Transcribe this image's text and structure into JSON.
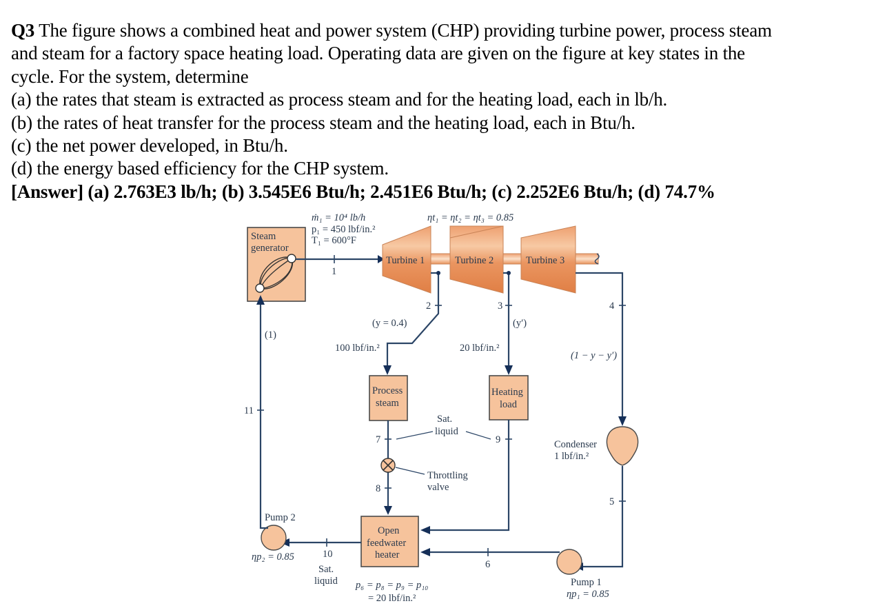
{
  "question": {
    "number": "Q3",
    "intro_line1": " The figure shows a combined heat and power system (CHP) providing turbine power, process steam",
    "intro_line2": "and steam for a factory space heating load. Operating data are given on the figure at key states in the",
    "intro_line3": "cycle. For the system, determine",
    "parts": [
      "(a) the rates that steam is extracted as process steam and for the heating load, each in lb/h.",
      "(b) the rates of heat transfer for the process steam and the heating load, each in Btu/h.",
      "(c) the net power developed, in Btu/h.",
      "(d) the energy based efficiency for the CHP system."
    ],
    "answer": "[Answer] (a) 2.763E3 lb/h; (b) 3.545E6 Btu/h; 2.451E6 Btu/h; (c) 2.252E6 Btu/h; (d) 74.7%"
  },
  "figure": {
    "components": {
      "steam_generator_line1": "Steam",
      "steam_generator_line2": "generator",
      "turbine1": "Turbine 1",
      "turbine2": "Turbine 2",
      "turbine3": "Turbine 3",
      "process_steam_line1": "Process",
      "process_steam_line2": "steam",
      "heating_load_line1": "Heating",
      "heating_load_line2": "load",
      "condenser": "Condenser",
      "condenser_pressure": "1 lbf/in.²",
      "open_fwh_line1": "Open",
      "open_fwh_line2": "feedwater",
      "open_fwh_line3": "heater",
      "pump1": "Pump 1",
      "pump2": "Pump 2",
      "throttling_line1": "Throttling",
      "throttling_line2": "valve"
    },
    "inlet_conditions": {
      "mass_flow": "ṁ₁ = 10⁴ lb/h",
      "pressure": "p₁ = 450 lbf/in.²",
      "temperature": "T₁ = 600°F"
    },
    "turbine_efficiency": "ηt₁ = ηt₂ = ηt₃ = 0.85",
    "pump1_efficiency": "ηp₁ = 0.85",
    "pump2_efficiency": "ηp₂ = 0.85",
    "state_labels": [
      "1",
      "2",
      "3",
      "4",
      "5",
      "6",
      "7",
      "8",
      "9",
      "10",
      "11"
    ],
    "fraction_y": "(y = 0.4)",
    "fraction_y_prime": "(y′)",
    "fraction_rest": "(1 − y − y′)",
    "fraction_one": "(1)",
    "pressure_process": "100 lbf/in.²",
    "pressure_heating": "20 lbf/in.²",
    "sat_liquid_line1": "Sat.",
    "sat_liquid_line2": "liquid",
    "sat_liquid_10_line1": "Sat.",
    "sat_liquid_10_line2": "liquid",
    "fwh_pressures": "p₆ = p₈ = p₉ = p₁₀",
    "fwh_pressure_value": "= 20 lbf/in.²",
    "colors": {
      "component_fill": "#f6c39c",
      "turbine_fill": "#e8925a",
      "pipe": "#2b4566",
      "arrow": "#152f58"
    }
  }
}
